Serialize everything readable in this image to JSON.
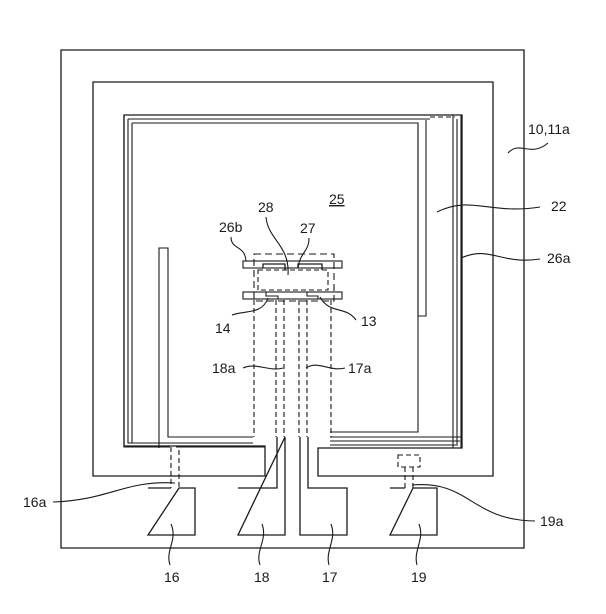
{
  "figure": {
    "type": "patent-drawing",
    "labels": {
      "substrate": "10,11a",
      "region_25": "25",
      "electrode_22": "22",
      "line_26a": "26a",
      "line_26b": "26b",
      "part_27": "27",
      "part_28": "28",
      "part_13": "13",
      "part_14": "14",
      "wire_18a": "18a",
      "wire_17a": "17a",
      "wire_16a": "16a",
      "wire_19a": "19a",
      "pad_16": "16",
      "pad_18": "18",
      "pad_17": "17",
      "pad_19": "19"
    }
  }
}
